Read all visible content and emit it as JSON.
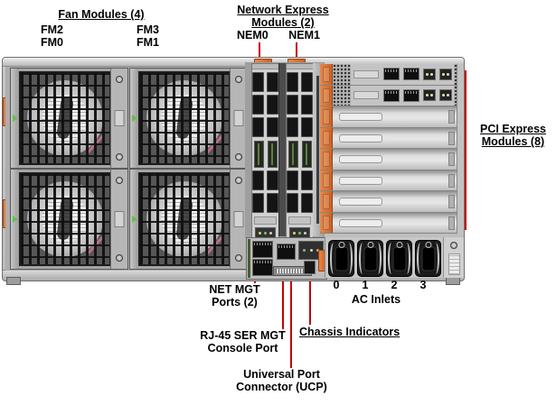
{
  "colors": {
    "callout_red": "#c40000",
    "latch_orange": "#cf6322",
    "indicator_green": "#6abf4b",
    "chassis_gray": "#c4c4c4"
  },
  "callouts": {
    "fan_modules": {
      "title": "Fan Modules (4)",
      "fm2": "FM2",
      "fm3": "FM3",
      "fm0": "FM0",
      "fm1": "FM1"
    },
    "network_express": {
      "line1": "Network Express",
      "line2": "Modules (2)",
      "nem0": "NEM0",
      "nem1": "NEM1"
    },
    "pci_express": {
      "line1": "PCI Express",
      "line2": "Modules (8)"
    },
    "net_mgt": {
      "line1": "NET MGT",
      "line2": "Ports (2)"
    },
    "ser_mgt": {
      "line1": "RJ-45 SER MGT",
      "line2": "Console Port"
    },
    "ucp": {
      "line1": "Universal Port",
      "line2": "Connector (UCP)"
    },
    "chassis_indicators": {
      "label": "Chassis Indicators"
    },
    "ac_inlets": {
      "label": "AC Inlets",
      "numbers": [
        "0",
        "1",
        "2",
        "3"
      ]
    }
  }
}
